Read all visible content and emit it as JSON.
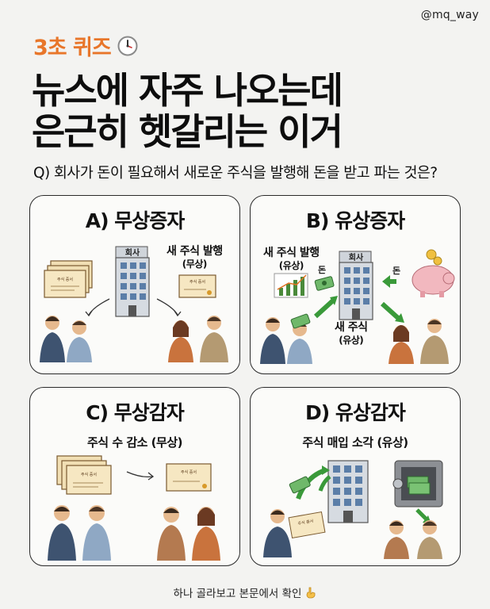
{
  "handle": "@mq_way",
  "tag": "3초 퀴즈",
  "headline": {
    "line1": "뉴스에 자주 나오는데",
    "line2": "은근히 헷갈리는 이거"
  },
  "question": "Q) 회사가 돈이 필요해서 새로운 주식을 발행해 돈을 받고 파는 것은?",
  "cards": {
    "a": {
      "title": "A) 무상증자",
      "building_sign": "회사",
      "note": "새 주식 발행",
      "note_sub": "(무상)",
      "cert": "주식 증서"
    },
    "b": {
      "title": "B) 유상증자",
      "note": "새 주식 발행",
      "note_sub": "(유상)",
      "building_sign": "회사",
      "money_in": "돈",
      "money_in2": "돈",
      "new_shares": "새 주식",
      "new_shares_sub": "(유상)"
    },
    "c": {
      "title": "C) 무상감자",
      "subtitle": "주식 수 감소 (무상)",
      "cert": "주식 증서"
    },
    "d": {
      "title": "D) 유상감자",
      "subtitle": "주식 매입 소각 (유상)",
      "cert": "주식 증서"
    }
  },
  "footer": "하나 골라보고 본문에서 확인",
  "icons": {
    "clock": "clock-icon",
    "pointer": "pointing-down-hand-icon"
  },
  "colors": {
    "accent": "#e8762a",
    "money": "#3a9a3a",
    "piggy": "#f2b8bf"
  }
}
